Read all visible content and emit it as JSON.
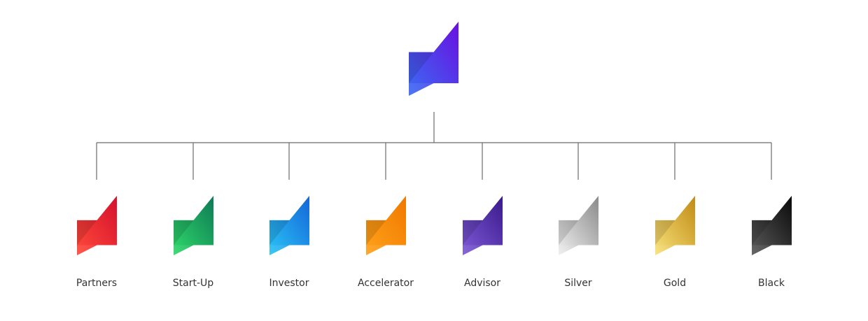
{
  "root": {
    "name": "root-logo",
    "colors": [
      "#3a6cf4",
      "#6a0fe0"
    ]
  },
  "children": [
    {
      "label": "Partners",
      "colors": [
        "#ff4a3a",
        "#d4102e"
      ]
    },
    {
      "label": "Start-Up",
      "colors": [
        "#2fd96a",
        "#0e7a55"
      ]
    },
    {
      "label": "Investor",
      "colors": [
        "#2ac4f6",
        "#1565d8"
      ]
    },
    {
      "label": "Accelerator",
      "colors": [
        "#ffa21a",
        "#f07800"
      ]
    },
    {
      "label": "Advisor",
      "colors": [
        "#7e5ad8",
        "#3a1a8a"
      ]
    },
    {
      "label": "Silver",
      "colors": [
        "#f0f0f0",
        "#8a8a8a"
      ]
    },
    {
      "label": "Gold",
      "colors": [
        "#f8e27a",
        "#c08a14"
      ]
    },
    {
      "label": "Black",
      "colors": [
        "#5a5a5a",
        "#0a0a0a"
      ]
    }
  ]
}
